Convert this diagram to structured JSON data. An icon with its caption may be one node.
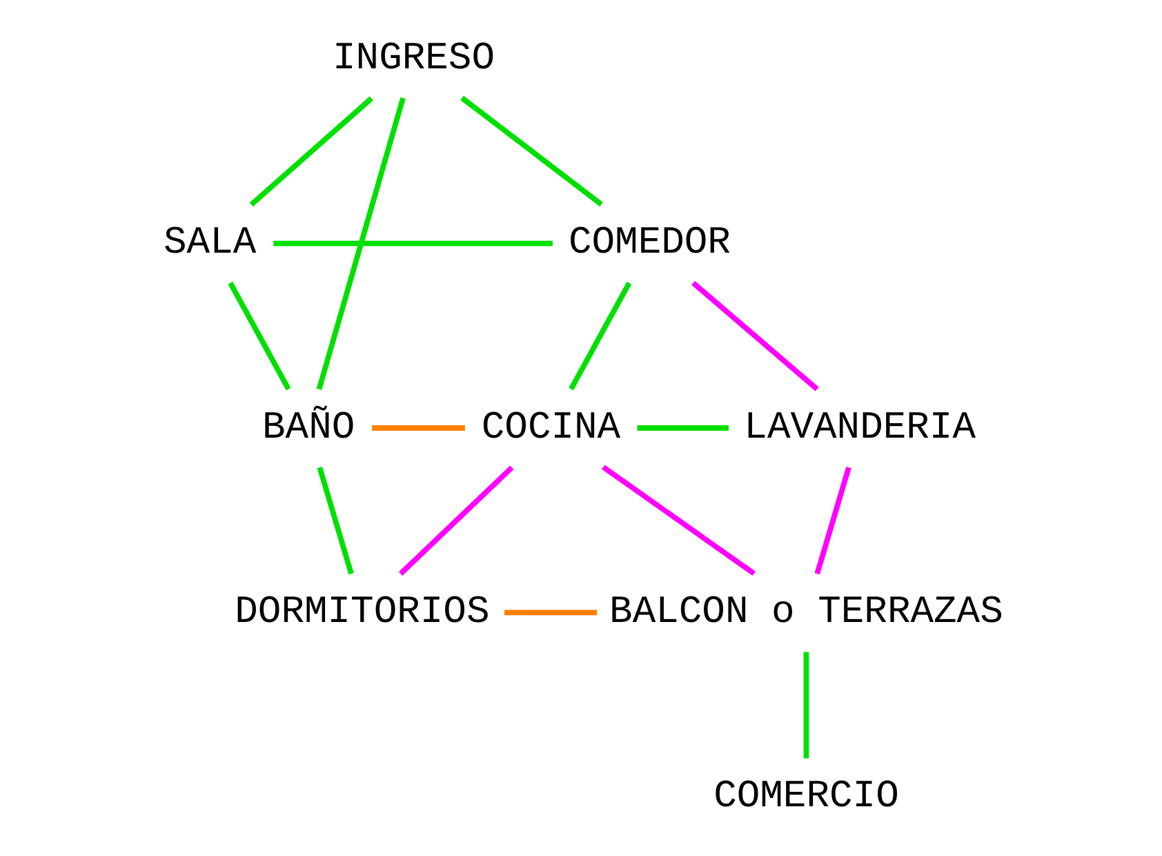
{
  "diagram": {
    "nodes": [
      {
        "text": [
          "INGRESO"
        ]
      },
      {
        "text": [
          "SALA"
        ]
      },
      {
        "text": [
          "COMEDOR"
        ]
      },
      {
        "text": [
          "BAÑO"
        ]
      },
      {
        "text": [
          "COCINA"
        ]
      },
      {
        "text": [
          "LAVANDERIA"
        ]
      },
      {
        "text": [
          "DORMITORIOS"
        ]
      },
      {
        "text": [
          "BALCON o TERRAZAS"
        ]
      },
      {
        "text": [
          "COMERCIO"
        ]
      }
    ],
    "edges": [
      {
        "from": 0,
        "to": 1,
        "arrow": "none"
      },
      {
        "from": 0,
        "to": 2,
        "arrow": "none"
      },
      {
        "from": 0,
        "to": 3,
        "arrow": "none"
      },
      {
        "from": 1,
        "to": 2,
        "arrow": "none"
      },
      {
        "from": 1,
        "to": 3,
        "arrow": "none"
      },
      {
        "from": 2,
        "to": 4,
        "arrow": "none"
      },
      {
        "from": 2,
        "to": 5,
        "arrow": "none",
        "color": "#ff00ff"
      },
      {
        "from": 3,
        "to": 4,
        "arrow": "none",
        "color": "#ff8000"
      },
      {
        "from": 4,
        "to": 5,
        "arrow": "none"
      },
      {
        "from": 3,
        "to": 6,
        "arrow": "none"
      },
      {
        "from": 4,
        "to": 6,
        "arrow": "none",
        "color": "#ff00ff"
      },
      {
        "from": 4,
        "to": 7,
        "arrow": "none",
        "color": "#ff00ff"
      },
      {
        "from": 5,
        "to": 7,
        "arrow": "none",
        "color": "#ff00ff"
      },
      {
        "from": 6,
        "to": 7,
        "arrow": "none",
        "color": "#ff8000"
      },
      {
        "from": 7,
        "to": 8,
        "arrow": "none"
      }
    ]
  }
}
